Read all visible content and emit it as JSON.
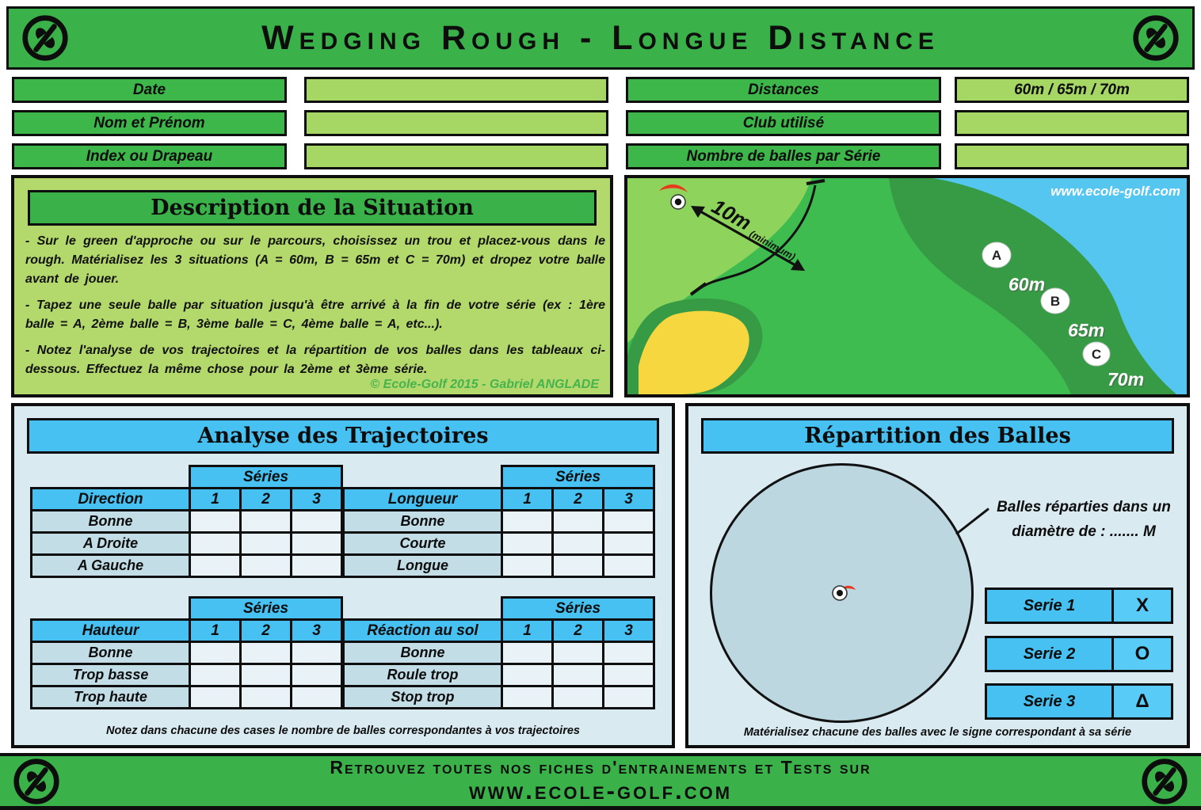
{
  "header": {
    "title": "Wedging Rough - Longue Distance"
  },
  "form": {
    "left": [
      {
        "label": "Date",
        "value": ""
      },
      {
        "label": "Nom et Prénom",
        "value": ""
      },
      {
        "label": "Index ou Drapeau",
        "value": ""
      }
    ],
    "right": [
      {
        "label": "Distances",
        "value": "60m / 65m / 70m"
      },
      {
        "label": "Club utilisé",
        "value": ""
      },
      {
        "label": "Nombre de balles par Série",
        "value": ""
      }
    ]
  },
  "description": {
    "title": "Description de la Situation",
    "paragraphs": [
      "- Sur le green d'approche ou sur le parcours, choisissez un trou et placez-vous dans le rough. Matérialisez les 3 situations (A = 60m, B = 65m et C = 70m) et dropez votre balle avant de jouer.",
      "- Tapez une seule balle par situation jusqu'à être arrivé à la fin de votre série (ex : 1ère balle = A, 2ème balle = B, 3ème balle = C, 4ème balle = A, etc...).",
      "- Notez l'analyse de vos trajectoires et la répartition de vos balles dans les tableaux ci-dessous. Effectuez la même chose pour la 2ème et 3ème série."
    ],
    "copyright": "© Ecole-Golf 2015 - Gabriel ANGLADE"
  },
  "illustration": {
    "watermark": "www.ecole-golf.com",
    "distance_label": "10m",
    "distance_note": "(minimum)",
    "markers": [
      {
        "letter": "A",
        "distance": "60m"
      },
      {
        "letter": "B",
        "distance": "65m"
      },
      {
        "letter": "C",
        "distance": "70m"
      }
    ]
  },
  "analysis": {
    "title": "Analyse des Trajectoires",
    "series_label": "Séries",
    "series_columns": [
      "1",
      "2",
      "3"
    ],
    "tables": [
      {
        "header": "Direction",
        "rows": [
          "Bonne",
          "A Droite",
          "A Gauche"
        ]
      },
      {
        "header": "Longueur",
        "rows": [
          "Bonne",
          "Courte",
          "Longue"
        ]
      },
      {
        "header": "Hauteur",
        "rows": [
          "Bonne",
          "Trop basse",
          "Trop haute"
        ]
      },
      {
        "header": "Réaction au sol",
        "rows": [
          "Bonne",
          "Roule trop",
          "Stop trop"
        ]
      }
    ],
    "note": "Notez dans chacune des cases le nombre de balles correspondantes à vos trajectoires"
  },
  "repartition": {
    "title": "Répartition des Balles",
    "diameter_line1": "Balles réparties dans un",
    "diameter_line2": "diamètre de : ....... M",
    "series": [
      {
        "label": "Serie 1",
        "symbol": "X"
      },
      {
        "label": "Serie 2",
        "symbol": "O"
      },
      {
        "label": "Serie 3",
        "symbol": "Δ"
      }
    ],
    "note": "Matérialisez chacune des balles avec le signe correspondant à sa série"
  },
  "footer": {
    "line1": "Retrouvez toutes nos fiches d'entrainements et Tests sur",
    "line2": "www.ecole-golf.com"
  },
  "colors": {
    "header_green": "#3ab149",
    "label_green": "#3eb74a",
    "input_green": "#a6d765",
    "desc_bg": "#b3d86c",
    "copyright_green": "#45b44e",
    "section_blue_bg": "#d9eaf1",
    "title_blue": "#47c1f1",
    "row_label_blue": "#c3dde6",
    "cell_blue": "#e9f2f6",
    "water_blue": "#55c6ef",
    "fairway_green": "#3fbc4f",
    "rough_green": "#379b46",
    "light_green": "#8ed45c",
    "bunker_yellow": "#f6d73f",
    "flag_red": "#e8391d"
  }
}
